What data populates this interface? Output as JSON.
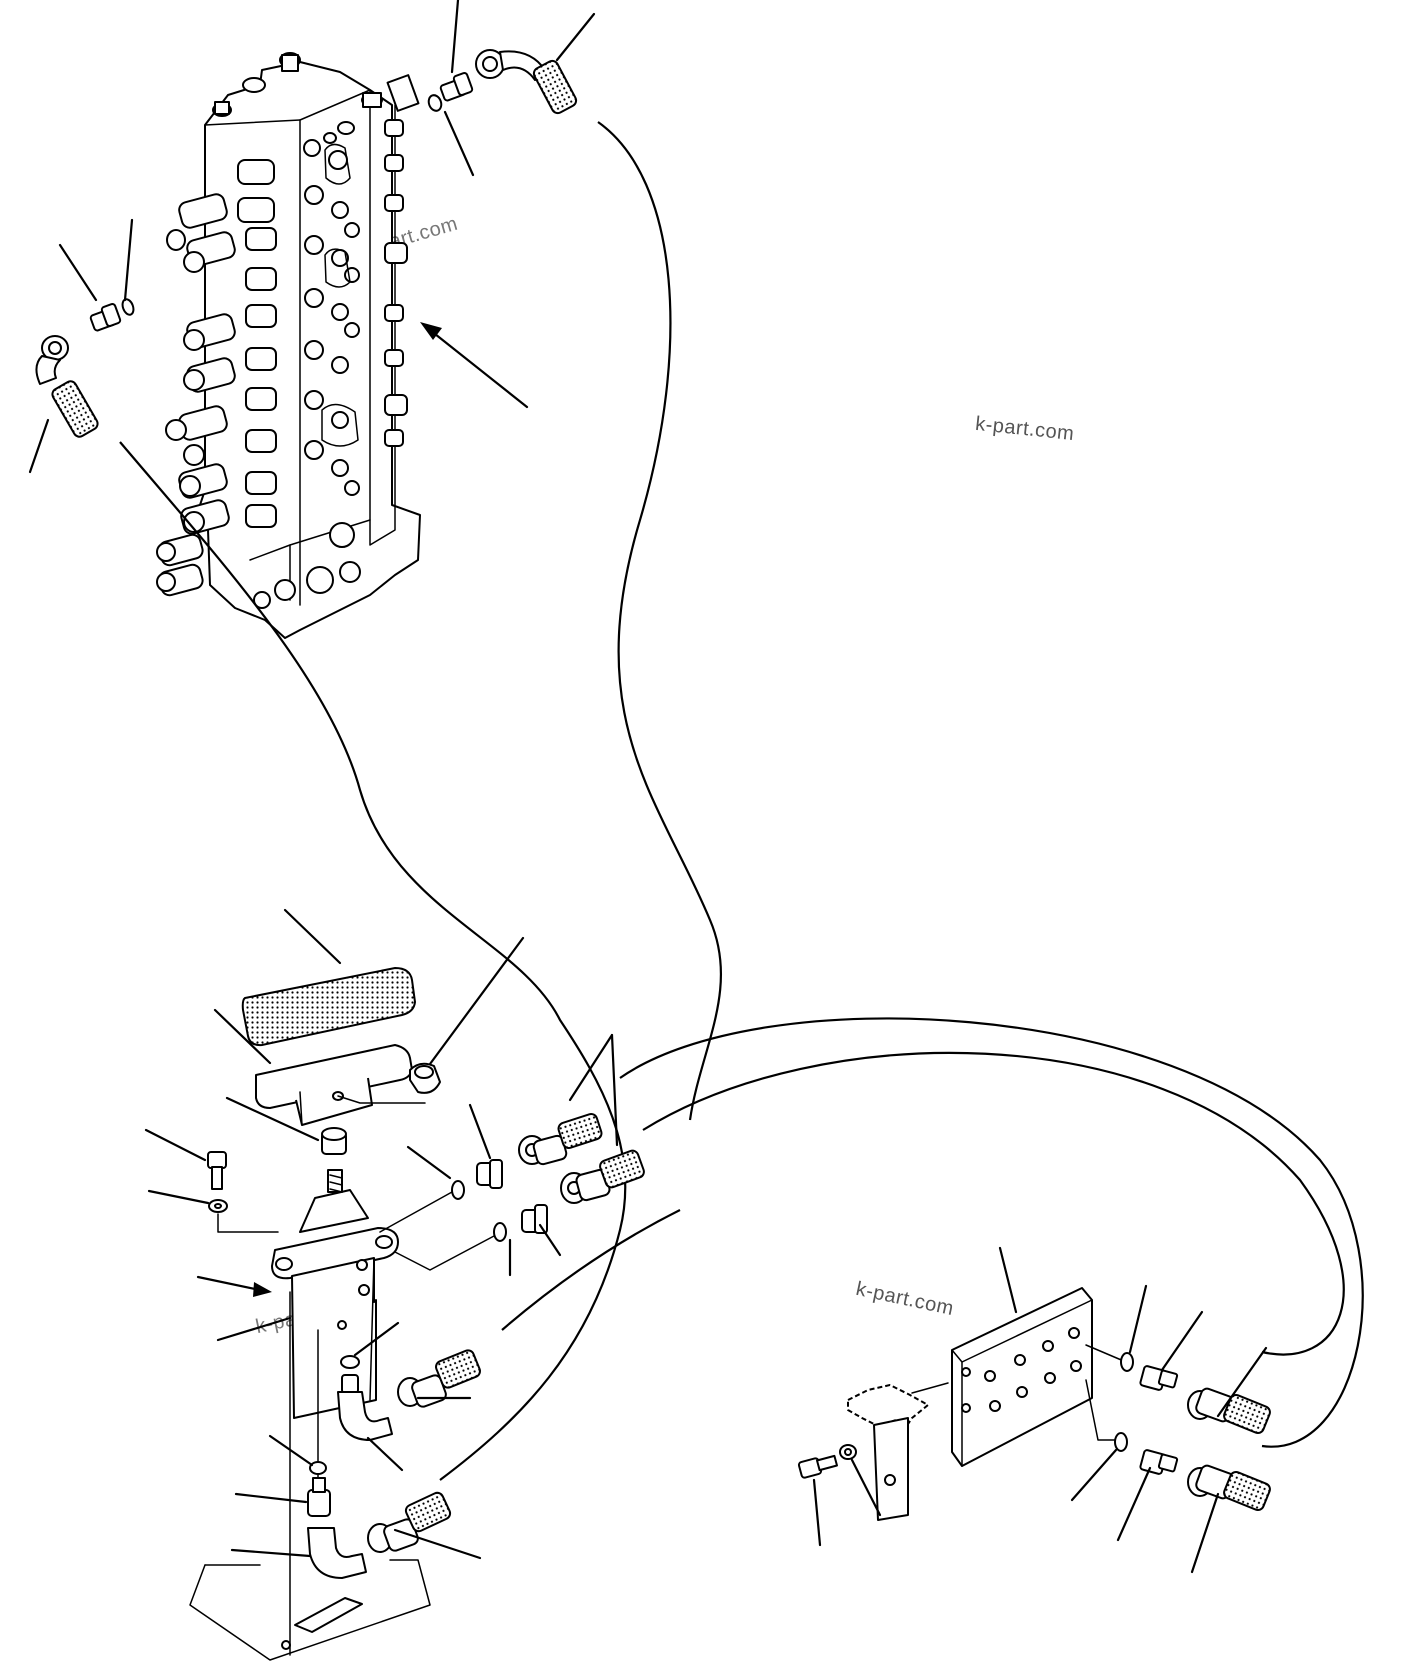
{
  "diagram": {
    "watermarks": [
      {
        "id": "wm-top",
        "text": "k-part.com"
      },
      {
        "id": "wm-right",
        "text": "k-part.com"
      },
      {
        "id": "wm-block",
        "text": "k-part.com"
      },
      {
        "id": "wm-valve",
        "text": "k-part.com"
      }
    ],
    "components": [
      "control-valve-block",
      "pedal-pad",
      "pedal-plate",
      "pedal-nut",
      "pedal-bolt",
      "pedal-washer",
      "pedal-valve",
      "elbow-fitting-upper",
      "elbow-fitting-lower",
      "junction-block",
      "bracket",
      "hoses",
      "o-rings",
      "adapters"
    ]
  }
}
